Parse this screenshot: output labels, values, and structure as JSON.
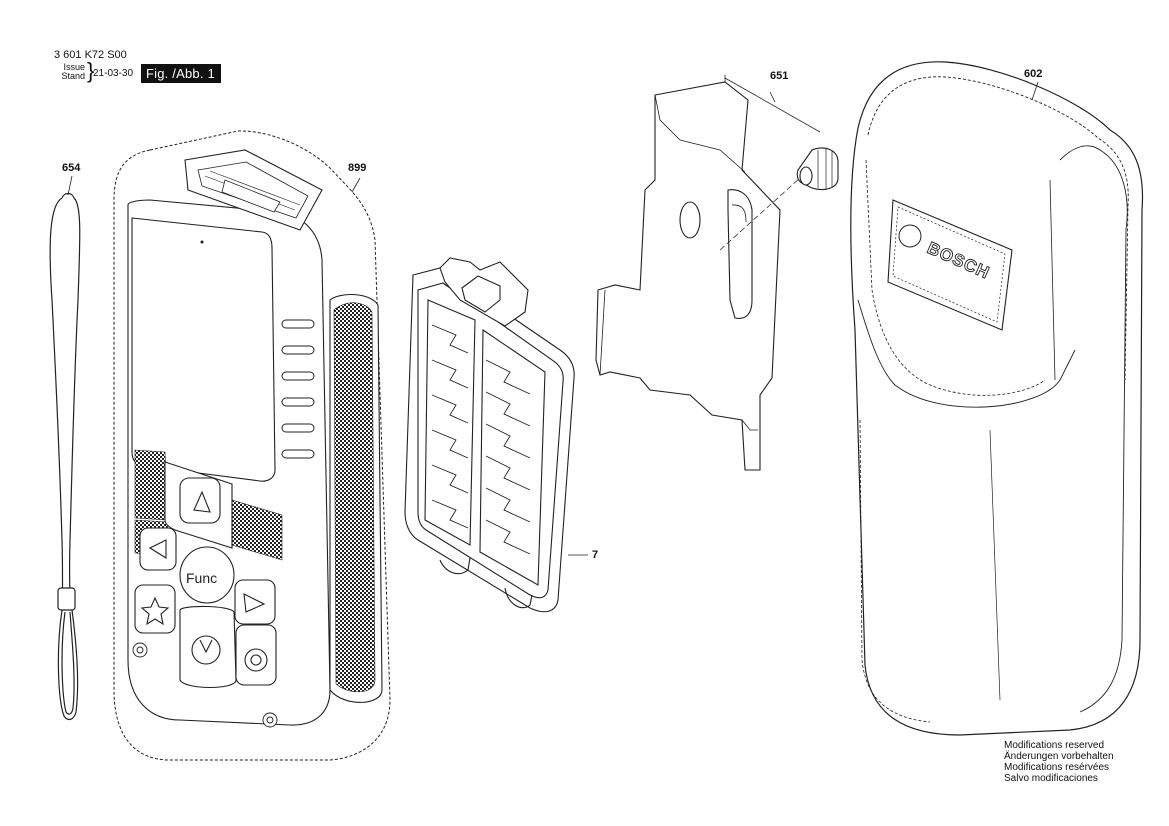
{
  "header": {
    "doc_code": "3 601 K72 S00",
    "issue_label": "Issue",
    "stand_label": "Stand",
    "issue_date": "21-03-30",
    "figure_label": "Fig. /Abb. 1"
  },
  "callouts": {
    "strap": "654",
    "housing": "899",
    "battery_cover": "7",
    "belt_clip": "651",
    "pouch": "602"
  },
  "pouch_brand": "BOSCH",
  "device_keys": {
    "func_key": "Func"
  },
  "notice": [
    "Modifications reserved",
    "Änderungen vorbehalten",
    "Modifications resérvées",
    "Salvo modificaciones"
  ]
}
